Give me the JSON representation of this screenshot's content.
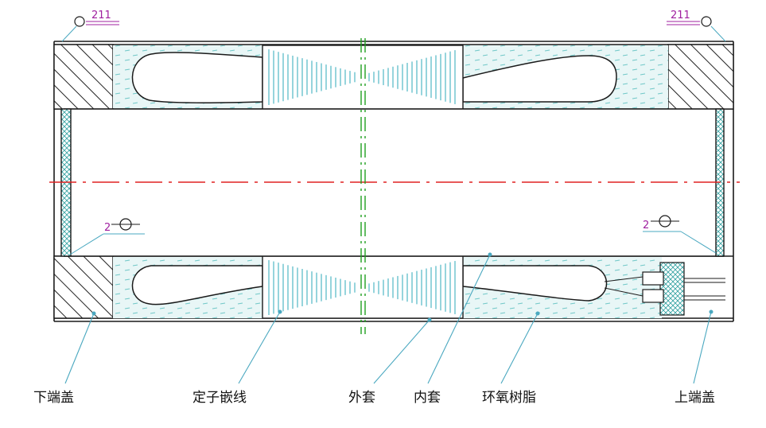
{
  "labels": {
    "lower_end_cap": "下端盖",
    "stator_winding": "定子嵌线",
    "outer_sleeve": "外套",
    "inner_sleeve": "内套",
    "epoxy_resin": "环氧树脂",
    "upper_end_cap": "上端盖"
  },
  "weld_marks": {
    "top_left": "211",
    "top_right": "211",
    "mid_left": "2",
    "mid_right": "2"
  },
  "colors": {
    "outline": "#1a1a1a",
    "centerline": "#e02020",
    "green_axis": "#20a020",
    "resin_fill": "#e8f6f6",
    "resin_dash": "#70c8c8",
    "winding_line": "#40b0c0",
    "leader": "#4aa8c0",
    "weld_text": "#a020a0"
  }
}
